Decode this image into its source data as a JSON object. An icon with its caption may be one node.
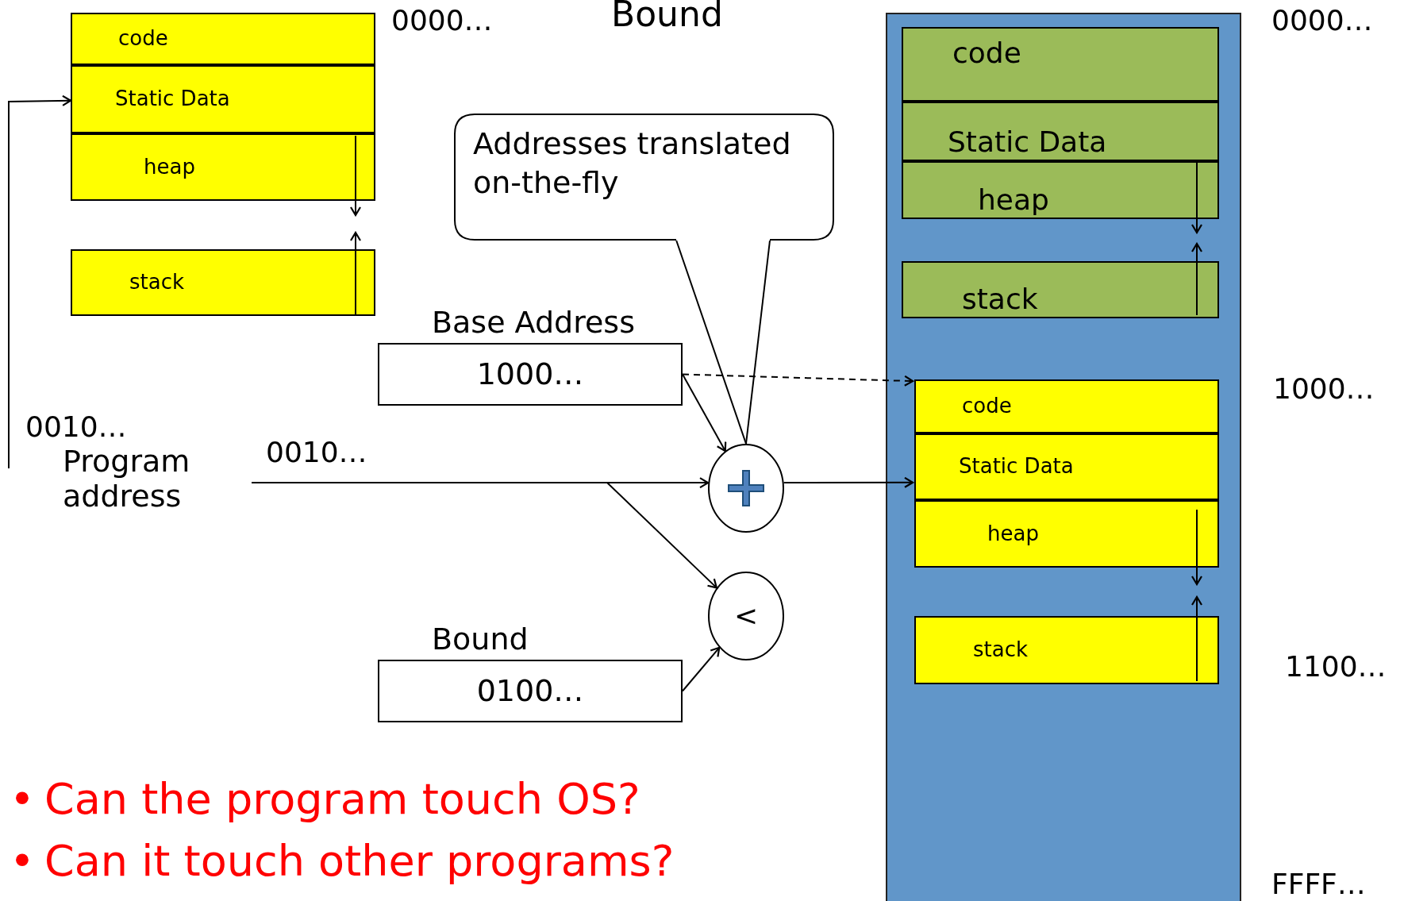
{
  "diagram": {
    "title": "Bound",
    "nodes": [
      {
        "text": [
          "code"
        ]
      },
      {
        "text": [
          "Static Data"
        ]
      },
      {
        "text": [
          "heap"
        ]
      },
      {
        "text": [
          "stack"
        ]
      },
      {
        "text": [
          "Addresses translated on-the-fly"
        ]
      },
      {
        "text": [
          "Base Address",
          "1000…"
        ]
      },
      {
        "text": [
          "Program address"
        ]
      },
      {
        "text": [],
        "shape": "circle"
      },
      {
        "text": [
          "<"
        ]
      },
      {
        "text": [
          "Bound",
          "0100…"
        ]
      },
      {
        "text": [],
        "shape": "box"
      },
      {
        "text": [
          "code"
        ],
        "in": 10
      },
      {
        "text": [
          "Static Data"
        ],
        "in": 10
      },
      {
        "text": [
          "heap"
        ],
        "in": 10
      },
      {
        "text": [
          "stack"
        ],
        "in": 10
      },
      {
        "text": [
          "code"
        ],
        "in": 10
      },
      {
        "text": [
          "Static Data"
        ],
        "in": 10
      },
      {
        "text": [
          "heap"
        ],
        "in": 10
      },
      {
        "text": [
          "stack"
        ],
        "in": 10
      }
    ],
    "edges": [
      {
        "from": null,
        "to": 1,
        "arrow": "to"
      },
      {
        "from": 6,
        "to": 7,
        "arrow": "to",
        "label": "0010…"
      },
      {
        "from": 6,
        "to": 8,
        "arrow": "to"
      },
      {
        "from": 5,
        "to": 7,
        "arrow": "to"
      },
      {
        "from": 5,
        "to": 15,
        "arrow": "to",
        "style": "dashed"
      },
      {
        "from": 9,
        "to": 8,
        "arrow": "to"
      },
      {
        "from": 7,
        "to": 16,
        "arrow": "to"
      },
      {
        "from": 4,
        "to": 7,
        "arrow": "none"
      },
      {
        "from": 4,
        "to": 7,
        "arrow": "none"
      }
    ],
    "labels": [
      "0000…",
      "0010…",
      "0000…",
      "1000…",
      "1100…",
      "FFFF…",
      "•",
      "Can the program touch OS?",
      "•",
      "Can it touch other programs?"
    ]
  }
}
